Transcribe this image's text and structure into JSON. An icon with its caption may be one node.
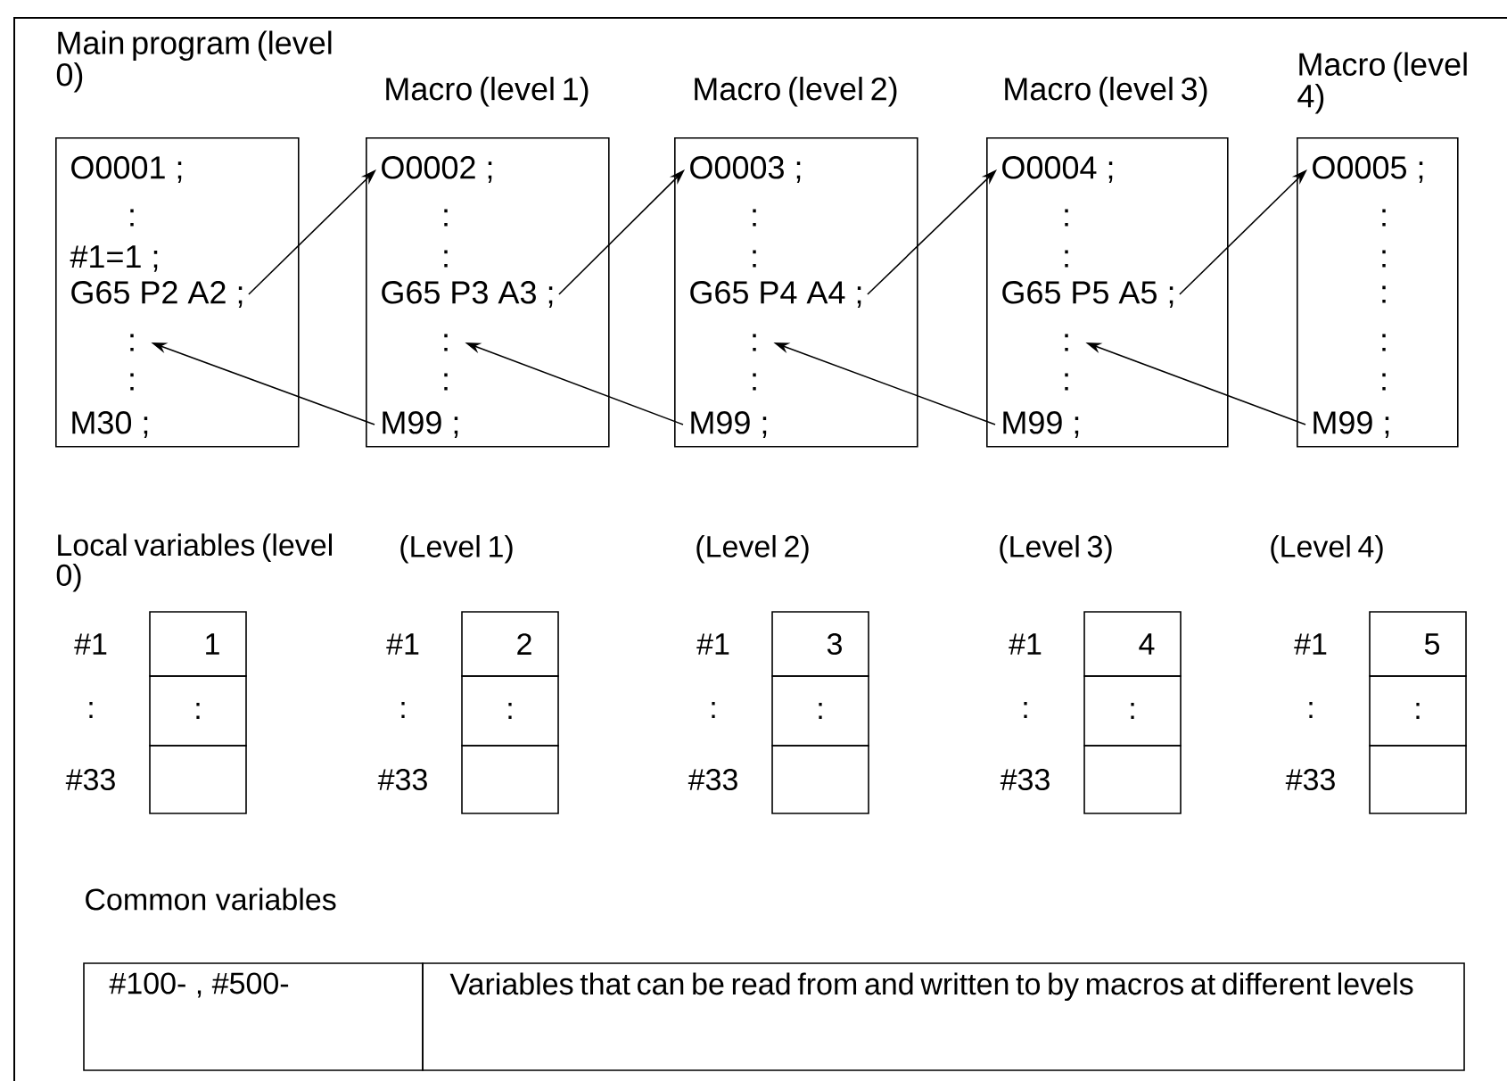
{
  "diagram": {
    "nodes": [
      {
        "text": [
          "Main program (level 0)"
        ]
      },
      {
        "text": [
          "Macro (level 1)"
        ]
      },
      {
        "text": [
          "Macro (level 2)"
        ]
      },
      {
        "text": [
          "Macro (level 3)"
        ]
      },
      {
        "text": [
          "Macro (level 4)"
        ]
      },
      {
        "text": [
          "O0001 ;"
        ],
        "in": 0
      },
      {
        "text": [
          ":"
        ],
        "in": 0
      },
      {
        "text": [
          "#1=1 ;"
        ],
        "in": 0
      },
      {
        "text": [
          "G65 P2 A2 ;"
        ],
        "in": 0
      },
      {
        "text": [
          ":"
        ],
        "in": 0
      },
      {
        "text": [
          ":"
        ],
        "in": 0
      },
      {
        "text": [
          "M30 ;"
        ],
        "in": 0
      },
      {
        "text": [
          "O0002 ;"
        ],
        "in": 1
      },
      {
        "text": [
          ":"
        ],
        "in": 1
      },
      {
        "text": [
          ":"
        ],
        "in": 1
      },
      {
        "text": [
          "G65 P3 A3 ;"
        ],
        "in": 1
      },
      {
        "text": [
          ":"
        ],
        "in": 1
      },
      {
        "text": [
          ":"
        ],
        "in": 1
      },
      {
        "text": [
          "M99 ;"
        ],
        "in": 1
      },
      {
        "text": [
          "O0003 ;"
        ],
        "in": 2
      },
      {
        "text": [
          ":"
        ],
        "in": 2
      },
      {
        "text": [
          ":"
        ],
        "in": 2
      },
      {
        "text": [
          "G65 P4 A4 ;"
        ],
        "in": 2
      },
      {
        "text": [
          ":"
        ],
        "in": 2
      },
      {
        "text": [
          ":"
        ],
        "in": 2
      },
      {
        "text": [
          "M99 ;"
        ],
        "in": 2
      },
      {
        "text": [
          "O0004 ;"
        ],
        "in": 3
      },
      {
        "text": [
          ":"
        ],
        "in": 3
      },
      {
        "text": [
          ":"
        ],
        "in": 3
      },
      {
        "text": [
          "G65 P5 A5 ;"
        ],
        "in": 3
      },
      {
        "text": [
          ":"
        ],
        "in": 3
      },
      {
        "text": [
          ":"
        ],
        "in": 3
      },
      {
        "text": [
          "M99 ;"
        ],
        "in": 3
      },
      {
        "text": [
          "O0005 ;"
        ],
        "in": 4
      },
      {
        "text": [
          ":"
        ],
        "in": 4
      },
      {
        "text": [
          ":"
        ],
        "in": 4
      },
      {
        "text": [
          ":"
        ],
        "in": 4
      },
      {
        "text": [
          ":"
        ],
        "in": 4
      },
      {
        "text": [
          ":"
        ],
        "in": 4
      },
      {
        "text": [
          "M99 ;"
        ],
        "in": 4
      }
    ],
    "edges": [
      {
        "from": 8,
        "to": 12,
        "arrow": "to"
      },
      {
        "from": 18,
        "to": 9,
        "arrow": "to"
      },
      {
        "from": 15,
        "to": 19,
        "arrow": "to"
      },
      {
        "from": 25,
        "to": 16,
        "arrow": "to"
      },
      {
        "from": 22,
        "to": 26,
        "arrow": "to"
      },
      {
        "from": 32,
        "to": 23,
        "arrow": "to"
      },
      {
        "from": 29,
        "to": 33,
        "arrow": "to"
      },
      {
        "from": 39,
        "to": 30,
        "arrow": "to"
      }
    ],
    "labels": [
      "Local variables (level 0)",
      "(Level 1)",
      "(Level 2)",
      "(Level 3)",
      "(Level 4)",
      "#1",
      "1",
      "#1",
      "2",
      "#1",
      "3",
      "#1",
      "4",
      "#1",
      "5",
      ":",
      ":",
      ":",
      ":",
      ":",
      ":",
      ":",
      ":",
      ":",
      ":",
      "#33",
      "#33",
      "#33",
      "#33",
      "#33",
      "Common variables",
      "#100- , #500-",
      "Variables that can be read from and written to by macros at different levels"
    ]
  }
}
